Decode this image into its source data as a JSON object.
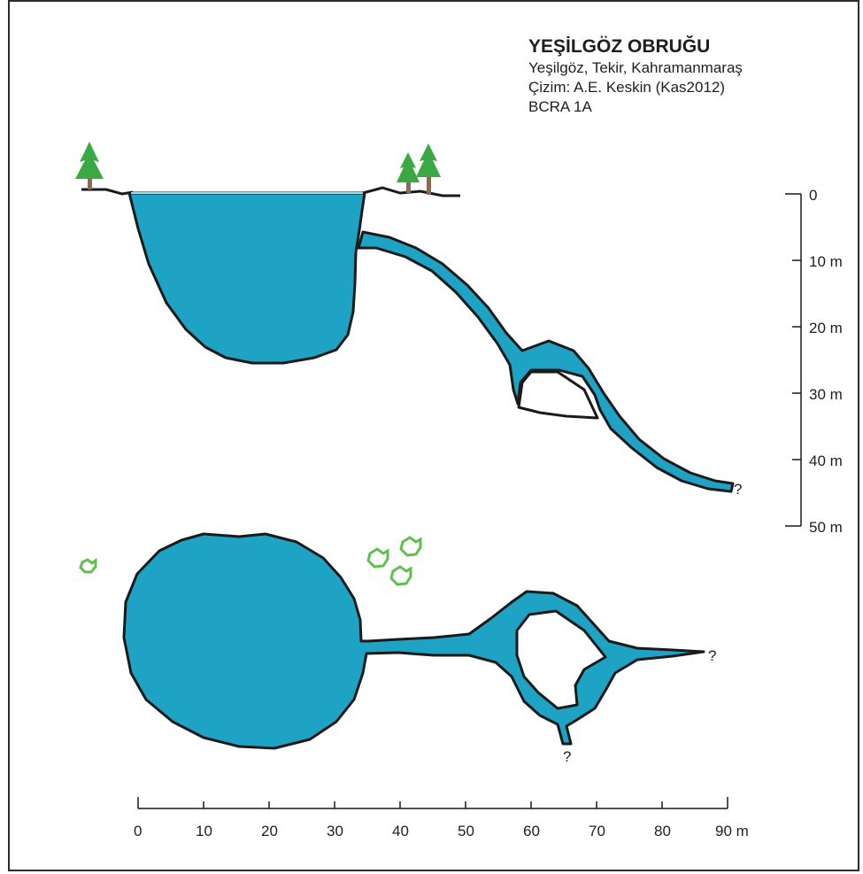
{
  "title": "YEŞİLGÖZ OBRUĞU",
  "location": "Yeşilgöz, Tekir, Kahramanmaraş",
  "drawing_credit": "Çizim: A.E. Keskin (Kas2012)",
  "grade": "BCRA 1A",
  "depth_scale": {
    "labels": [
      "0",
      "10 m",
      "20 m",
      "30 m",
      "40 m",
      "50 m"
    ]
  },
  "horizontal_scale": {
    "labels": [
      "0",
      "10",
      "20",
      "30",
      "40",
      "50",
      "60",
      "70",
      "80",
      "90 m"
    ]
  },
  "unknown_continuation_mark": "?",
  "colors": {
    "water": "#1ea3c4",
    "outline": "#1a1a1a",
    "tree_foliage": "#3aa843",
    "tree_trunk": "#8a6a55",
    "shrub": "#5fbf4f"
  }
}
